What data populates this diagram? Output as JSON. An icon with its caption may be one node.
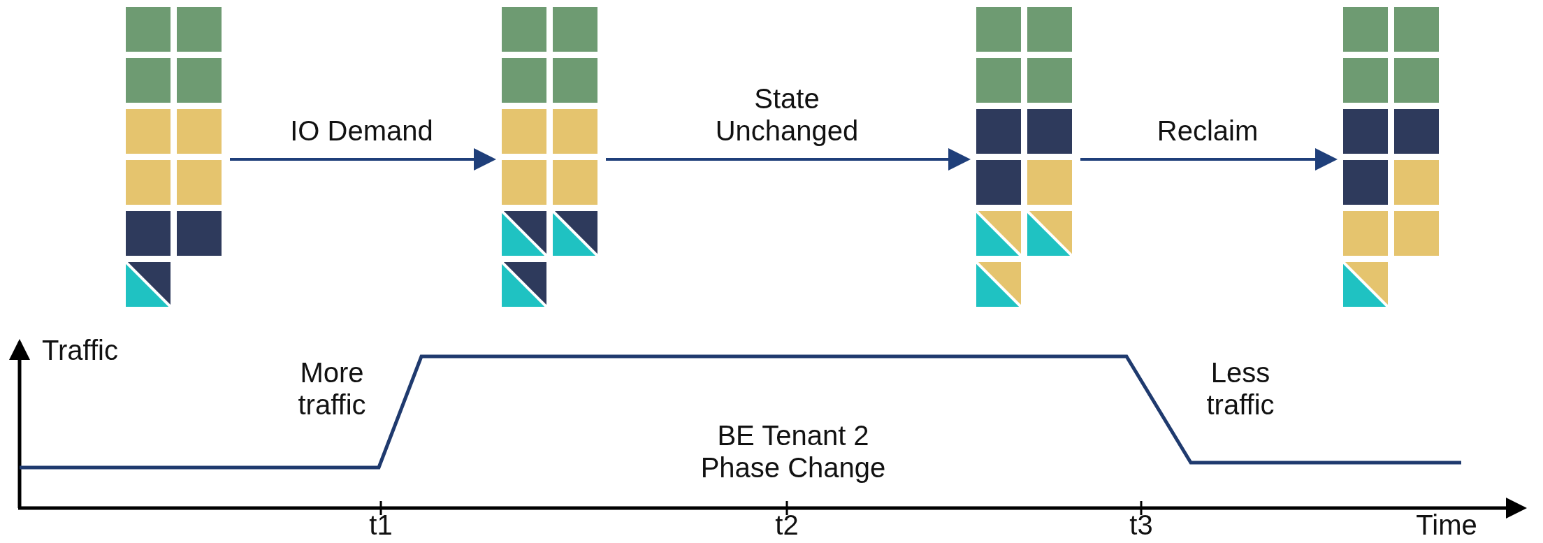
{
  "diagram": {
    "nodes": [
      {
        "text": [],
        "shape": "picture"
      },
      {
        "text": [],
        "shape": "picture"
      },
      {
        "text": [],
        "shape": "picture"
      },
      {
        "text": [],
        "shape": "picture"
      }
    ],
    "edges": [
      {
        "from": 0,
        "to": 1,
        "arrow": "to",
        "label": "IO Demand"
      },
      {
        "from": 1,
        "to": 2,
        "arrow": "to",
        "label": "State Unchanged"
      },
      {
        "from": 2,
        "to": 3,
        "arrow": "to",
        "label": "Reclaim"
      }
    ],
    "labels": [
      "Traffic",
      "More traffic",
      "Less traffic",
      "BE Tenant 2 Phase Change",
      "t1",
      "t2",
      "t3",
      "Time"
    ]
  }
}
